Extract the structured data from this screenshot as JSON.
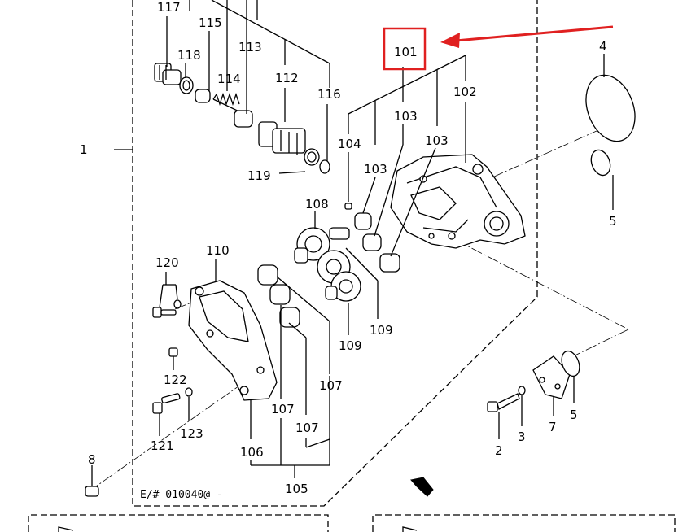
{
  "diagram": {
    "highlight_color": "#e02020",
    "highlighted_part": "101",
    "edition_note": "E/# 010040@ -",
    "labels": {
      "p117": "117",
      "p115": "115",
      "p113": "113",
      "p118": "118",
      "p114": "114",
      "p112": "112",
      "p116": "116",
      "p101": "101",
      "p102": "102",
      "p4": "4",
      "p1": "1",
      "p104": "104",
      "p103a": "103",
      "p103b": "103",
      "p103c": "103",
      "p119": "119",
      "p108": "108",
      "p5a": "5",
      "p120": "120",
      "p110": "110",
      "p109a": "109",
      "p109b": "109",
      "p122": "122",
      "p107a": "107",
      "p107b": "107",
      "p107c": "107",
      "p123": "123",
      "p121": "121",
      "p106": "106",
      "p105": "105",
      "p8": "8",
      "p2": "2",
      "p3": "3",
      "p7": "7",
      "p5b": "5"
    }
  }
}
